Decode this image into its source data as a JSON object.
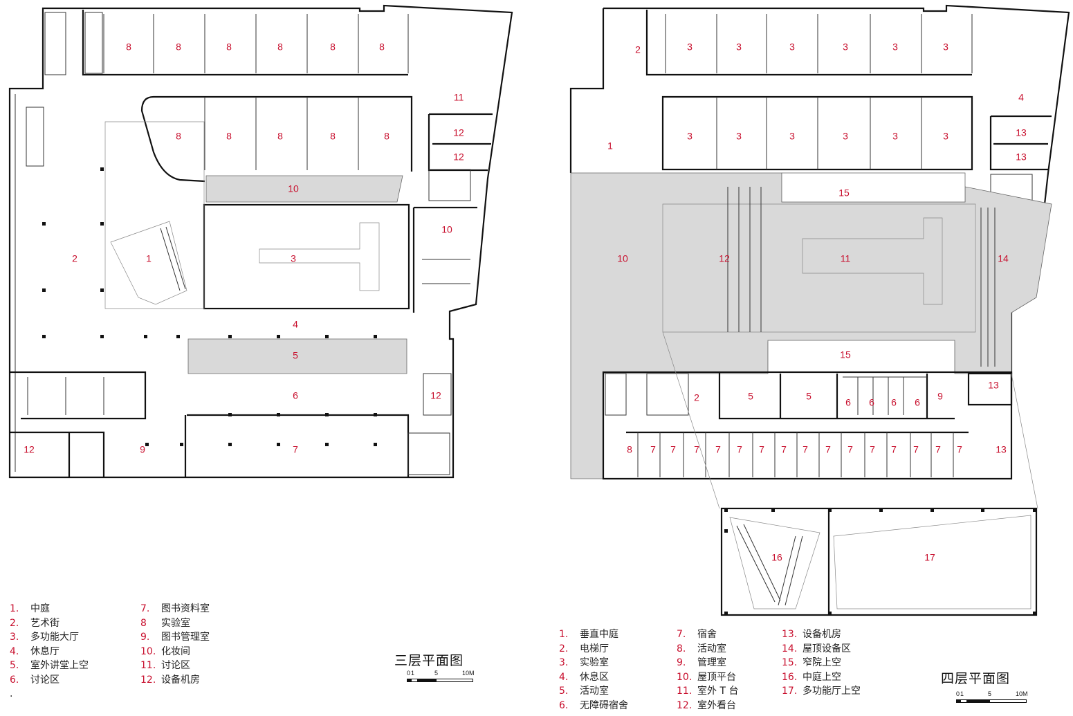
{
  "floor3": {
    "title": "三层平面图",
    "room_labels": [
      "1",
      "2",
      "3",
      "4",
      "5",
      "6",
      "7",
      "8",
      "9",
      "10",
      "11",
      "12"
    ],
    "legend": [
      {
        "num": "1.",
        "name": "中庭"
      },
      {
        "num": "2.",
        "name": "艺术街"
      },
      {
        "num": "3.",
        "name": "多功能大厅"
      },
      {
        "num": "4.",
        "name": "休息厅"
      },
      {
        "num": "5.",
        "name": "室外讲堂上空"
      },
      {
        "num": "6.",
        "name": "讨论区"
      },
      {
        "num": ".",
        "name": ""
      },
      {
        "num": "7.",
        "name": "图书资料室"
      },
      {
        "num": "8",
        "name": "实验室"
      },
      {
        "num": "9.",
        "name": "图书管理室"
      },
      {
        "num": "10.",
        "name": "化妆间"
      },
      {
        "num": "11.",
        "name": "讨论区"
      },
      {
        "num": "12.",
        "name": "设备机房"
      }
    ],
    "scale": [
      "0",
      "1",
      "5",
      "10M"
    ]
  },
  "floor4": {
    "title": "四层平面图",
    "room_labels": [
      "1",
      "2",
      "3",
      "4",
      "5",
      "6",
      "7",
      "8",
      "9",
      "10",
      "11",
      "12",
      "13",
      "14",
      "15",
      "16",
      "17"
    ],
    "legend": [
      {
        "num": "1.",
        "name": "垂直中庭"
      },
      {
        "num": "2.",
        "name": "电梯厅"
      },
      {
        "num": "3.",
        "name": "实验室"
      },
      {
        "num": "4.",
        "name": "休息区"
      },
      {
        "num": "5.",
        "name": "活动室"
      },
      {
        "num": "6.",
        "name": "无障碍宿舍"
      },
      {
        "num": "7.",
        "name": "宿舍"
      },
      {
        "num": "8.",
        "name": "活动室"
      },
      {
        "num": "9.",
        "name": "管理室"
      },
      {
        "num": "10.",
        "name": "屋顶平台"
      },
      {
        "num": "11.",
        "name": "室外 T 台"
      },
      {
        "num": "12.",
        "name": "室外看台"
      },
      {
        "num": "13.",
        "name": "设备机房"
      },
      {
        "num": "14.",
        "name": "屋顶设备区"
      },
      {
        "num": "15.",
        "name": "窄院上空"
      },
      {
        "num": "16.",
        "name": "中庭上空"
      },
      {
        "num": "17.",
        "name": "多功能厅上空"
      }
    ],
    "scale": [
      "0",
      "1",
      "5",
      "10M"
    ]
  }
}
